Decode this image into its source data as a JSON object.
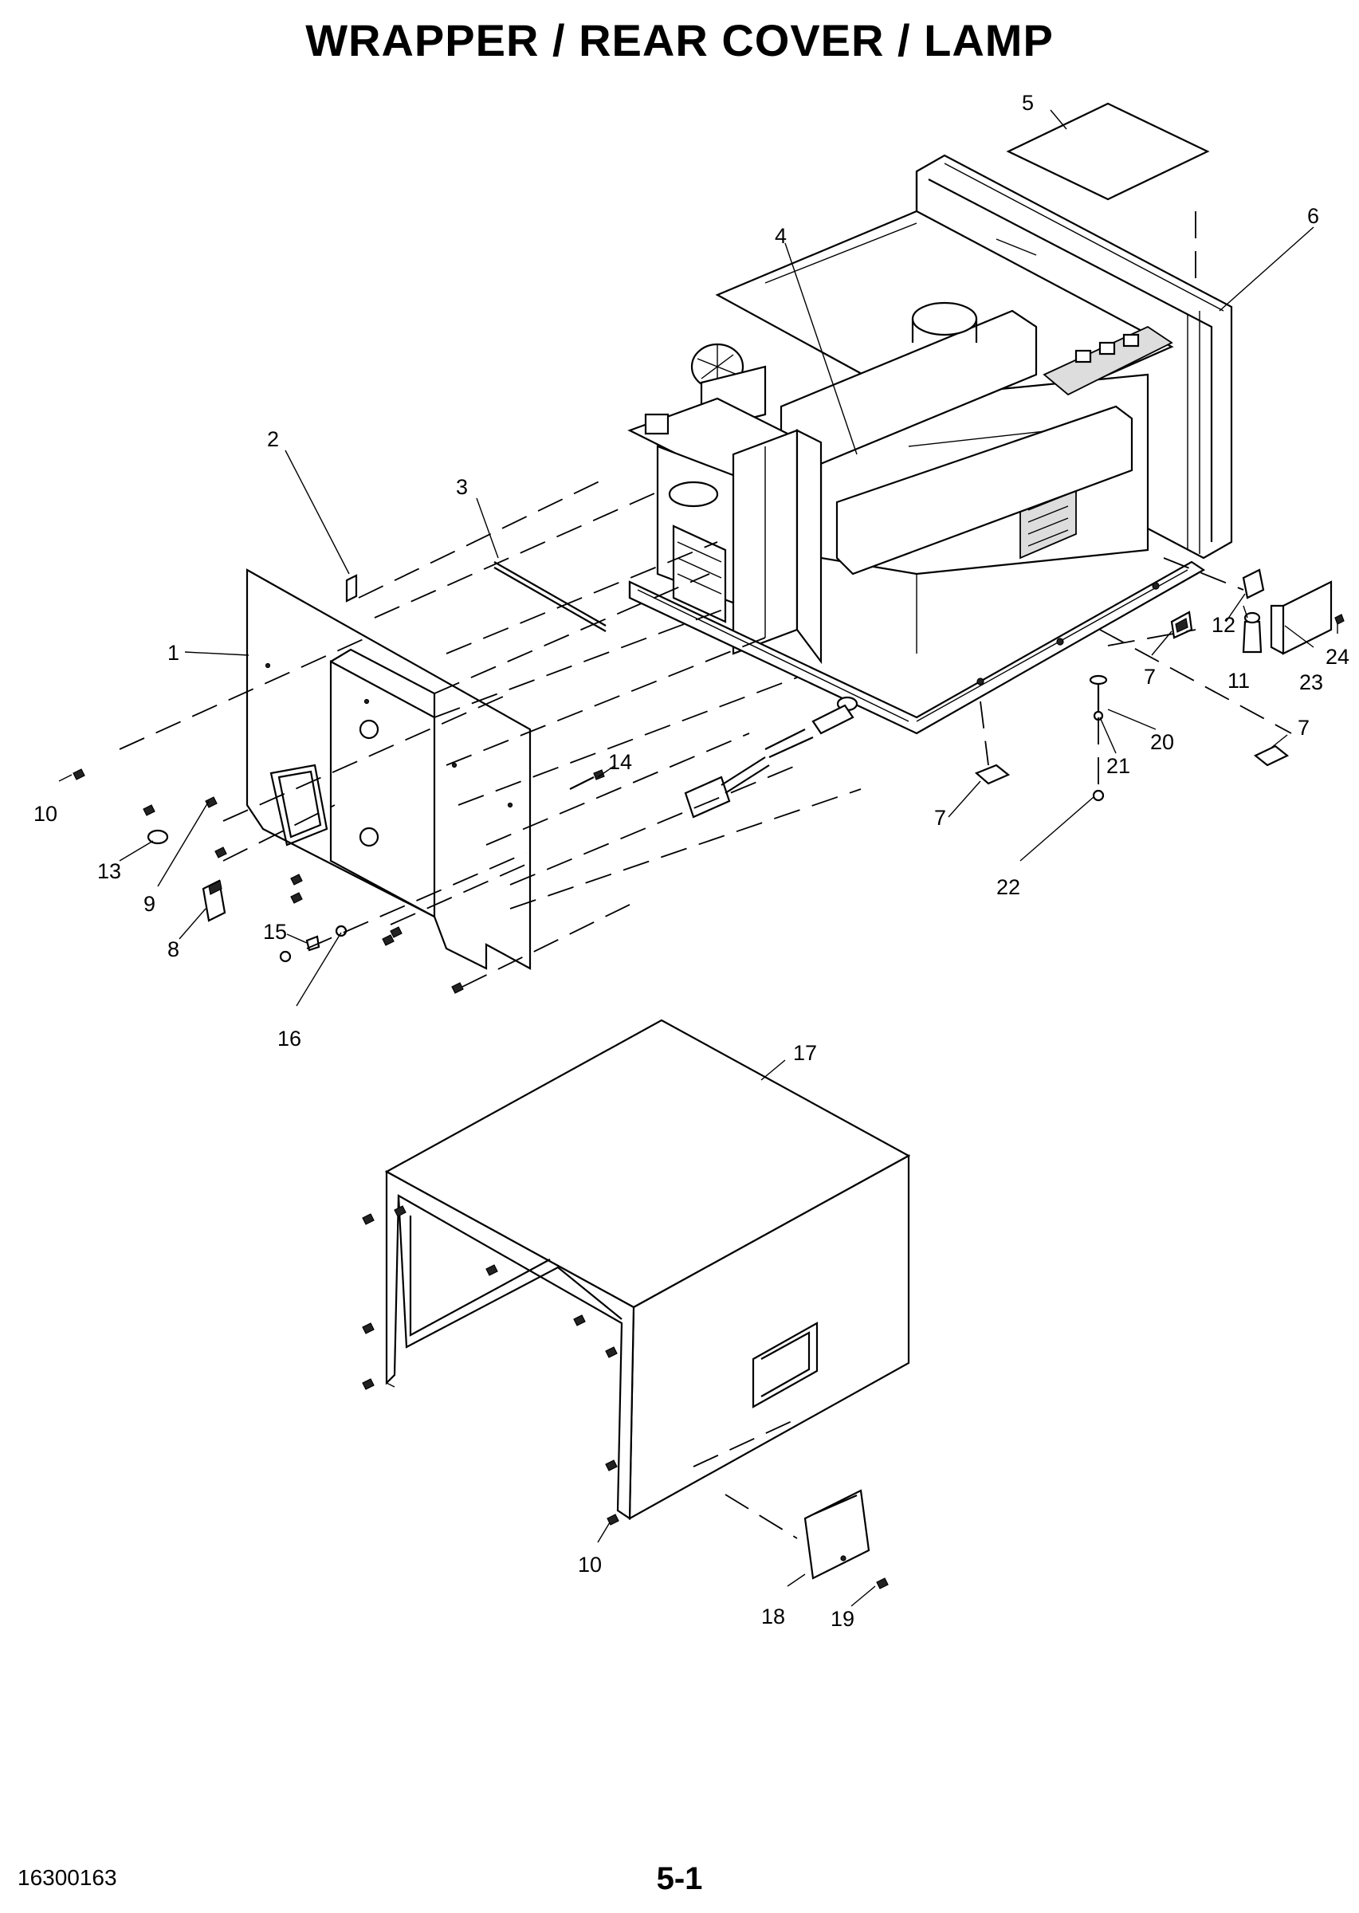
{
  "header": {
    "title": "WRAPPER / REAR COVER / LAMP"
  },
  "footer": {
    "doc_number": "16300163",
    "page_number": "5-1"
  },
  "callouts": [
    "1",
    "2",
    "3",
    "4",
    "5",
    "6",
    "7",
    "8",
    "9",
    "10",
    "11",
    "12",
    "13",
    "14",
    "15",
    "16",
    "17",
    "18",
    "19",
    "20",
    "21",
    "22",
    "23",
    "24"
  ]
}
